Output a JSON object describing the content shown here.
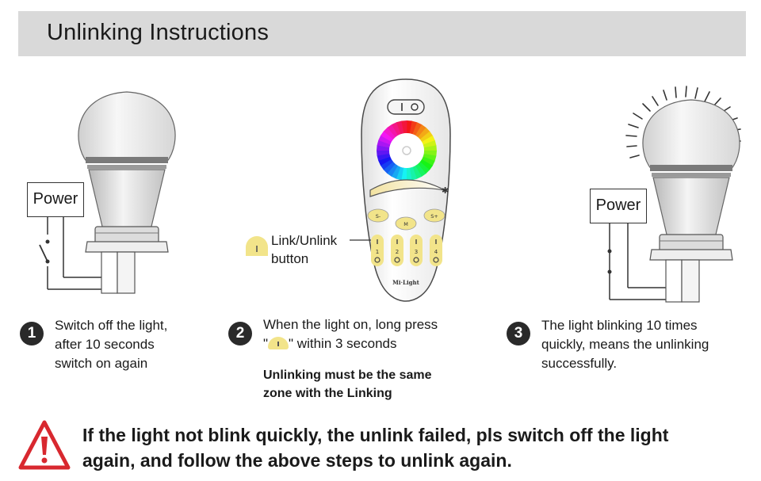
{
  "header": {
    "title": "Unlinking Instructions"
  },
  "step1": {
    "power_label": "Power",
    "number": "1",
    "lines": [
      "Switch off the light,",
      "after 10 seconds",
      "switch on again"
    ]
  },
  "step2": {
    "number": "2",
    "remote": {
      "brand": "Mi·Light",
      "buttons": [
        "S-",
        "M",
        "S+"
      ],
      "zones": [
        "1",
        "2",
        "3",
        "4"
      ],
      "on_symbol": "I",
      "off_symbol": "O"
    },
    "callout_lines": [
      "Link/Unlink",
      "button"
    ],
    "line1": "When the light on, long press",
    "line2_pre": "\"",
    "line2_post": "\" within 3 seconds",
    "note_lines": [
      "Unlinking must be the same",
      "zone with the Linking"
    ]
  },
  "step3": {
    "power_label": "Power",
    "number": "3",
    "lines": [
      "The light blinking 10 times",
      "quickly, means the unlinking",
      "successfully."
    ]
  },
  "warning": {
    "icon": "warning-triangle-icon",
    "lines": [
      "If the light not blink quickly, the unlink failed, pls switch off the light",
      "again, and follow the above steps to unlink again."
    ]
  },
  "colors": {
    "header_bg": "#d9d9d9",
    "button_yellow": "#f2e48a",
    "warning_red": "#d8282f"
  }
}
